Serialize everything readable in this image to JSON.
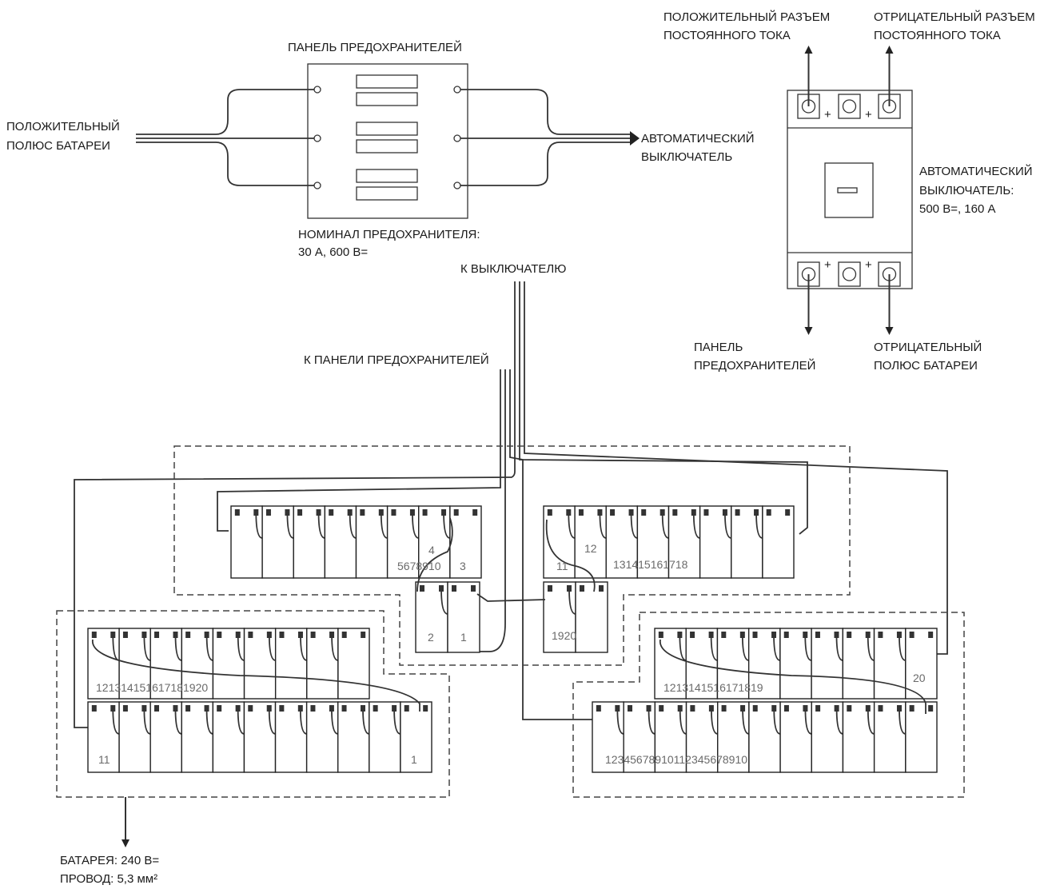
{
  "labels": {
    "fuse_panel_title": "ПАНЕЛЬ ПРЕДОХРАНИТЕЛЕЙ",
    "battery_positive": [
      "ПОЛОЖИТЕЛЬНЫЙ",
      "ПОЛЮС БАТАРЕИ"
    ],
    "breaker_left": [
      "АВТОМАТИЧЕСКИЙ",
      "ВЫКЛЮЧАТЕЛЬ"
    ],
    "fuse_rating": [
      "НОМИНАЛ ПРЕДОХРАНИТЕЛЯ:",
      "30 А, 600 В="
    ],
    "to_breaker": "К ВЫКЛЮЧАТЕЛЮ",
    "to_fuse_panel": "К ПАНЕЛИ ПРЕДОХРАНИТЕЛЕЙ",
    "dc_positive": [
      "ПОЛОЖИТЕЛЬНЫЙ РАЗЪЕМ",
      "ПОСТОЯННОГО ТОКА"
    ],
    "dc_negative": [
      "ОТРИЦАТЕЛЬНЫЙ РАЗЪЕМ",
      "ПОСТОЯННОГО ТОКА"
    ],
    "breaker_spec": [
      "АВТОМАТИЧЕСКИЙ",
      "ВЫКЛЮЧАТЕЛЬ:",
      "500 В=, 160 А"
    ],
    "fuse_panel_bottom": [
      "ПАНЕЛЬ",
      "ПРЕДОХРАНИТЕЛЕЙ"
    ],
    "battery_negative": [
      "ОТРИЦАТЕЛЬНЫЙ",
      "ПОЛЮС БАТАРЕИ"
    ],
    "battery_spec": [
      "БАТАРЕЯ: 240 В=",
      "ПРОВОД: 5,3 мм²"
    ]
  },
  "plus_sign": "+",
  "battery_numbers": {
    "top_left_4": "4",
    "top_left_5_10": "5678910",
    "top_left_3": "3",
    "center_2": "2",
    "center_1": "1",
    "top_right_11": "11",
    "top_right_12": "12",
    "top_right_13_18": "131415161718",
    "center_19_20": "1920",
    "left_upper": "121314151617181920",
    "left_lower_11": "11",
    "left_lower_1": "1",
    "right_upper": "1213141516171819",
    "right_20": "20",
    "right_lower": "12345678910112345678910"
  },
  "colors": {
    "line": "#333333",
    "text": "#1a1a1a",
    "number": "#6a6a6a"
  }
}
